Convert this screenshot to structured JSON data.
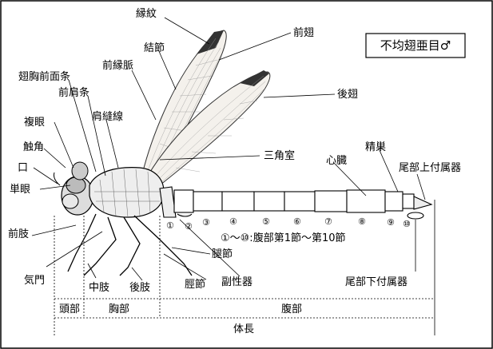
{
  "title": "不均翅亜目♂",
  "labels": {
    "engan": "縁紋",
    "zenshi": "前翅",
    "kessetsu": "結節",
    "zenenmyaku": "前縁脈",
    "shikyozenmenjo": "翅胸前面条",
    "zenkenjo": "前肩条",
    "kenhousen": "肩縫線",
    "koushi": "後翅",
    "fukugan": "複眼",
    "shokkaku": "触角",
    "kuchi": "口",
    "tangan": "単眼",
    "sankakushitsu": "三角室",
    "shinzou": "心臓",
    "seisou": "精巣",
    "bijouhuzokuki": "尾部上付属器",
    "zenshi_leg": "前肢",
    "kimon": "気門",
    "chushi": "中肢",
    "koushi_leg": "後肢",
    "taisetsu": "腿節",
    "keisetsu": "脛節",
    "fukuseiki": "副性器",
    "bikahuzokuki": "尾部下付属器",
    "segment_note": "①～⑩:腹部第1節～第10節",
    "toubu": "頭部",
    "kyoubu": "胸部",
    "fukubu": "腹部",
    "taichou": "体長"
  },
  "segments": [
    "①",
    "②",
    "③",
    "④",
    "⑤",
    "⑥",
    "⑦",
    "⑧",
    "⑨",
    "⑩"
  ]
}
